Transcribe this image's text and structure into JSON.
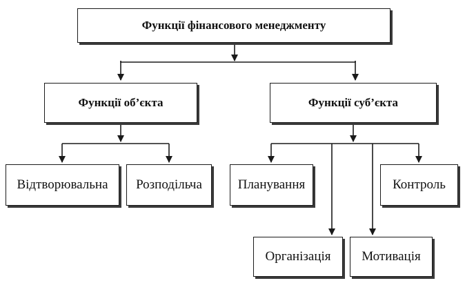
{
  "root": {
    "label": "Функції фінансового менеджменту"
  },
  "object_functions": {
    "label": "Функції об’єкта",
    "children": [
      "Відтворювальна",
      "Розподільча"
    ]
  },
  "subject_functions": {
    "label": "Функції суб’єкта",
    "children": [
      "Планування",
      "Контроль",
      "Організація",
      "Мотивація"
    ]
  },
  "colors": {
    "line": "#1a1a1a",
    "box_fill": "#ffffff",
    "shadow": "#3a3a3a"
  }
}
